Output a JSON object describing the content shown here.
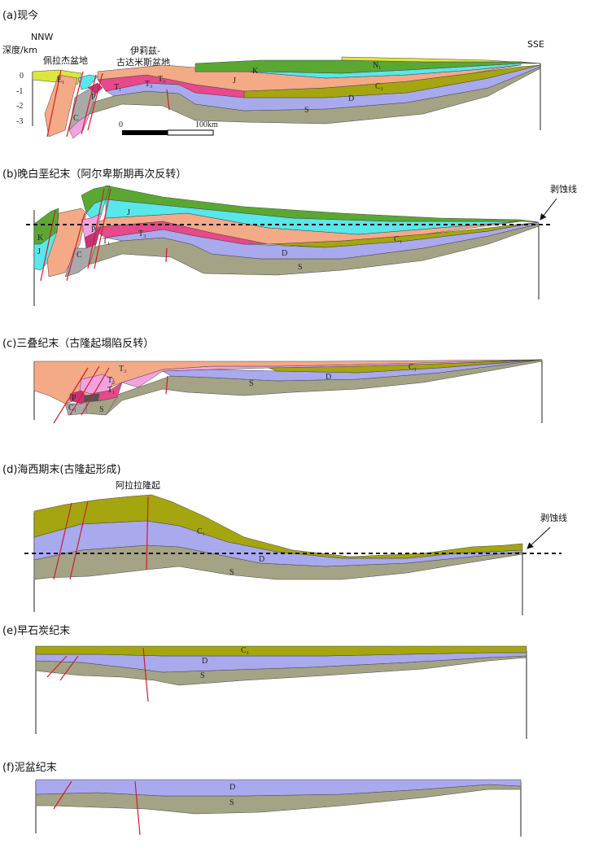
{
  "colors": {
    "N": "#dce63c",
    "K": "#5aa832",
    "J": "#58e7ea",
    "T3": "#f4a987",
    "T2": "#f3a2e0",
    "T1": "#e8498a",
    "P": "#cf2f78",
    "C": "#a9a9a9",
    "C1": "#a5a50f",
    "D": "#a9a9ee",
    "S": "#a4a386",
    "fault": "#d31c2a"
  },
  "panels": {
    "a": {
      "title": "(a)现今",
      "left_dir": "NNW",
      "right_dir": "SSE",
      "depth_label": "深度/km",
      "depth_ticks": [
        "0",
        "-1",
        "-2",
        "-3"
      ],
      "basin_left": "佩拉杰盆地",
      "basin_right_1": "伊莉兹-",
      "basin_right_2": "古达米斯盆地",
      "scale_zero": "0",
      "scale_end": "100km",
      "units": {
        "N": "N",
        "N_sub": "1",
        "E": "E",
        "E_sub": "1",
        "K": "K",
        "J": "J",
        "T3": "T",
        "T3_sub": "3",
        "T1": "T",
        "T1_sub": "1",
        "C1": "C",
        "C1_sub": "1",
        "D": "D",
        "S": "S",
        "P": "P",
        "C": "C"
      }
    },
    "b": {
      "title": "(b)晚白垩纪末（阿尔卑斯期再次反转）",
      "erosion_label": "剥蚀线",
      "units": {
        "J": "J",
        "K": "K",
        "J2": "J",
        "T3": "T",
        "T3_sub": "3",
        "P": "P",
        "T1": "T",
        "T1_sub": "1",
        "C": "C",
        "C1": "C",
        "C1_sub": "1",
        "D": "D",
        "S": "S"
      }
    },
    "c": {
      "title": "(c)三叠纪末（古隆起塌陷反转）",
      "units": {
        "T3": "T",
        "T3_sub": "3",
        "T2": "T",
        "T2_sub": "2",
        "T1": "T",
        "T1_sub": "1",
        "P": "P",
        "C": "C",
        "C_sub": "1",
        "S_left": "S",
        "C1": "C",
        "C1_sub": "1",
        "D": "D",
        "S": "S"
      }
    },
    "d": {
      "title": "(d)海西期末(古隆起形成)",
      "uplift_label": "阿拉拉隆起",
      "erosion_label": "剥蚀线",
      "units": {
        "C1": "C",
        "C1_sub": "1",
        "D": "D",
        "S": "S"
      }
    },
    "e": {
      "title": "(e)早石炭纪末",
      "units": {
        "C1": "C",
        "C1_sub": "1",
        "D": "D",
        "S": "S"
      }
    },
    "f": {
      "title": "(f)泥盆纪末",
      "units": {
        "D": "D",
        "S": "S"
      }
    }
  }
}
